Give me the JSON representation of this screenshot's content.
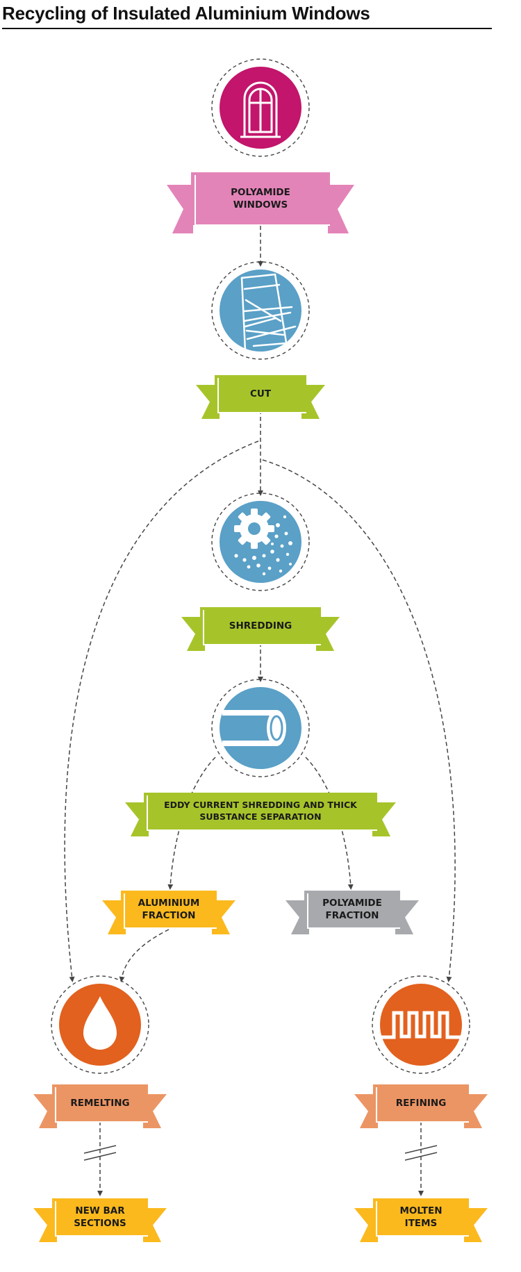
{
  "title": "Recycling of Insulated Aluminium Windows",
  "colors": {
    "magenta": "#c2156b",
    "pink": "#e384b8",
    "blue": "#5aa0c7",
    "green": "#a6c42a",
    "yellow": "#fbb91d",
    "gray": "#a7a9ac",
    "orange": "#e2611e",
    "salmon": "#ec9564",
    "connector": "#444444"
  },
  "steps": {
    "polyamide_windows": {
      "label": "POLYAMIDE\nWINDOWS",
      "icon": "arched-window-icon"
    },
    "cut": {
      "label": "CUT",
      "icon": "cut-profile-icon"
    },
    "shredding": {
      "label": "SHREDDING",
      "icon": "gear-shredding-icon"
    },
    "separation": {
      "label": "EDDY CURRENT SHREDDING AND THICK\nSUBSTANCE SEPARATION",
      "icon": "pipe-icon"
    },
    "aluminium_fraction": {
      "label": "ALUMINIUM\nFRACTION"
    },
    "polyamide_fraction": {
      "label": "POLYAMIDE\nFRACTION"
    },
    "remelting": {
      "label": "REMELTING",
      "icon": "drop-icon"
    },
    "refining": {
      "label": "REFINING",
      "icon": "heating-coil-icon"
    },
    "new_bar_sections": {
      "label": "NEW BAR\nSECTIONS"
    },
    "molten_items": {
      "label": "MOLTEN\nITEMS"
    }
  }
}
